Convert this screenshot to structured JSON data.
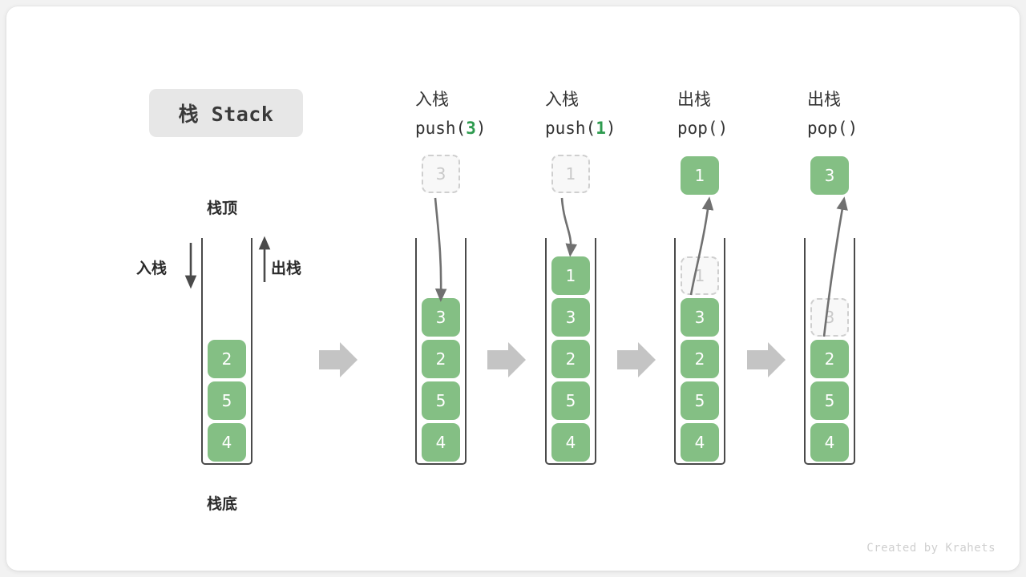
{
  "title": {
    "chip_label": "栈 Stack"
  },
  "annotations": {
    "top_label": "栈顶",
    "bottom_label": "栈底",
    "push_side_label": "入栈",
    "pop_side_label": "出栈"
  },
  "colors": {
    "cell_fill": "#84bf84",
    "cell_text": "#ffffff",
    "ghost_fill": "#f8f8f8",
    "ghost_border": "#cfcfcf",
    "ghost_text": "#c9c9c9",
    "accent_green": "#2e9b4f",
    "container_border": "#4a4a4a",
    "flow_arrow": "#c4c4c4",
    "curve_arrow": "#707070",
    "chip_bg": "#e7e7e7",
    "card_bg": "#ffffff",
    "page_bg": "#f2f2f2"
  },
  "panels": [
    {
      "id": "initial",
      "op_line1": "",
      "op_line2": "",
      "op_value": "",
      "stack": [
        "2",
        "5",
        "4"
      ],
      "ghost_index": -1,
      "detached": null,
      "detached_state": "none"
    },
    {
      "id": "push-3",
      "op_line1": "入栈",
      "op_line2_prefix": "push(",
      "op_value": "3",
      "op_line2_suffix": ")",
      "stack": [
        "3",
        "2",
        "5",
        "4"
      ],
      "ghost_index": -1,
      "detached": "3",
      "detached_state": "ghost"
    },
    {
      "id": "push-1",
      "op_line1": "入栈",
      "op_line2_prefix": "push(",
      "op_value": "1",
      "op_line2_suffix": ")",
      "stack": [
        "1",
        "3",
        "2",
        "5",
        "4"
      ],
      "ghost_index": -1,
      "detached": "1",
      "detached_state": "ghost"
    },
    {
      "id": "pop-1",
      "op_line1": "出栈",
      "op_line2_prefix": "pop(",
      "op_value": "",
      "op_line2_suffix": ")",
      "stack": [
        "1",
        "3",
        "2",
        "5",
        "4"
      ],
      "ghost_index": 0,
      "detached": "1",
      "detached_state": "filled"
    },
    {
      "id": "pop-3",
      "op_line1": "出栈",
      "op_line2_prefix": "pop(",
      "op_value": "",
      "op_line2_suffix": ")",
      "stack": [
        "3",
        "2",
        "5",
        "4"
      ],
      "ghost_index": 0,
      "detached": "3",
      "detached_state": "filled"
    }
  ],
  "credit": "Created by Krahets"
}
